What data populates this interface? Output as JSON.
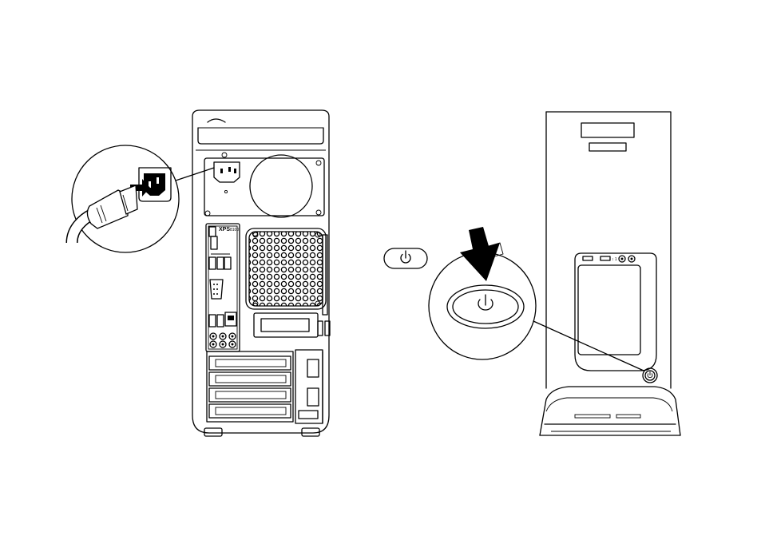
{
  "labels": {
    "rear_brand": "XPS",
    "rear_model": "8100",
    "front_port_label": "↕ 1"
  },
  "icons": [
    "plug-icon",
    "power-icon",
    "press-arrow-icon"
  ],
  "colors": {
    "line": "#000000",
    "background": "#ffffff"
  }
}
